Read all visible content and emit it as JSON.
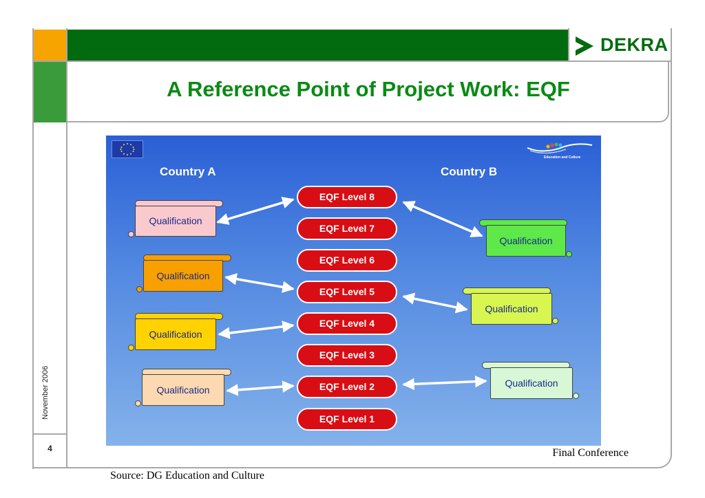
{
  "header": {
    "logo_text": "DEKRA",
    "title": "A Reference Point of  Project Work: EQF"
  },
  "sidebar": {
    "date": "November 2006",
    "page_number": "4"
  },
  "footer": {
    "conference": "Final Conference",
    "source": "Source: DG Education and Culture"
  },
  "diagram": {
    "country_a": "Country A",
    "country_b": "Country B",
    "program_logo_text": "Education and Culture",
    "levels": [
      "EQF Level 8",
      "EQF Level 7",
      "EQF Level 6",
      "EQF Level 5",
      "EQF Level 4",
      "EQF Level 3",
      "EQF Level 2",
      "EQF Level 1"
    ],
    "qualifications_a": [
      {
        "label": "Qualification",
        "color": "#f9c9cd",
        "maps_to": "EQF Level 8"
      },
      {
        "label": "Qualification",
        "color": "#f7a000",
        "maps_to": "EQF Level 5"
      },
      {
        "label": "Qualification",
        "color": "#ffd200",
        "maps_to": "EQF Level 4"
      },
      {
        "label": "Qualification",
        "color": "#fcd9b0",
        "maps_to": "EQF Level 2"
      }
    ],
    "qualifications_b": [
      {
        "label": "Qualification",
        "color": "#5ee84a",
        "maps_to": "EQF Level 8"
      },
      {
        "label": "Qualification",
        "color": "#d8f550",
        "maps_to": "EQF Level 5"
      },
      {
        "label": "Qualification",
        "color": "#d8f7d6",
        "maps_to": "EQF Level 2"
      }
    ],
    "colors": {
      "level_fill": "#d80e14",
      "panel_top": "#2a5fd6",
      "panel_bottom": "#85b2eb",
      "arrow": "#ffffff"
    }
  }
}
